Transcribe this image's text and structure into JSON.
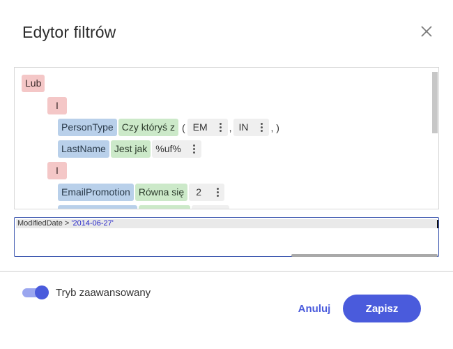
{
  "dialog": {
    "title": "Edytor filtrów",
    "close_icon": "close-icon"
  },
  "filter_tree": {
    "root_operator": "Lub",
    "groups": [
      {
        "operator": "I",
        "conditions": [
          {
            "field": "PersonType",
            "condition": "Czy któryś z",
            "values": [
              "EM",
              "IN"
            ],
            "open": "(",
            "sep": ",",
            "close": ", )"
          },
          {
            "field": "LastName",
            "condition": "Jest jak",
            "values": [
              "%uf%"
            ]
          }
        ]
      },
      {
        "operator": "I",
        "conditions": [
          {
            "field": "EmailPromotion",
            "condition": "Równa się",
            "values": [
              "2"
            ]
          }
        ]
      }
    ]
  },
  "expression": {
    "field": "ModifiedDate",
    "operator": " > ",
    "value": "'2014-06-27'"
  },
  "advanced_mode": {
    "label": "Tryb zaawansowany",
    "enabled": true
  },
  "actions": {
    "cancel_label": "Anuluj",
    "save_label": "Zapisz"
  },
  "colors": {
    "accent": "#4a5bdc",
    "operator_chip": "#f4c7c7",
    "field_chip": "#b9d0ea",
    "condition_chip": "#cce9c9",
    "value_chip": "#efefef"
  }
}
